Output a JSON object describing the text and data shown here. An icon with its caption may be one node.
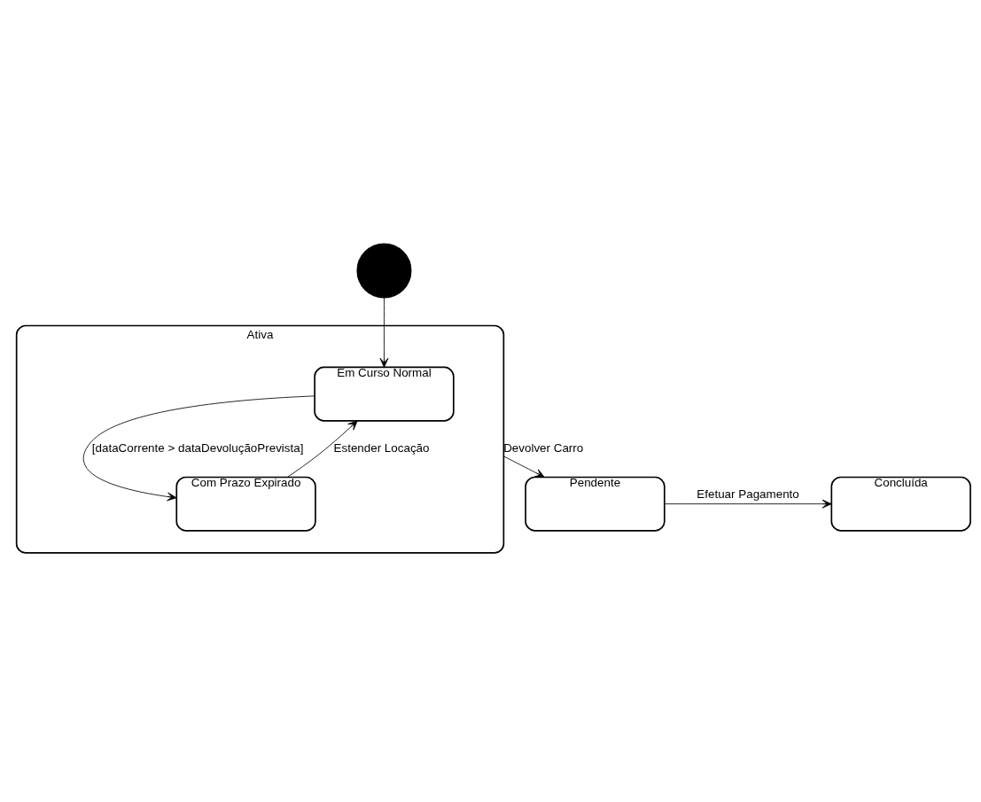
{
  "diagram": {
    "nodes": [
      {
        "text": [],
        "shape": "circle"
      },
      {
        "text": [
          "Ativa"
        ]
      },
      {
        "text": [
          "Em Curso Normal"
        ],
        "in": 1
      },
      {
        "text": [
          "Com Prazo Expirado"
        ],
        "in": 1
      },
      {
        "text": [
          "Pendente"
        ]
      },
      {
        "text": [
          "Concluída"
        ]
      }
    ],
    "edges": [
      {
        "from": 0,
        "to": 2,
        "arrow": "to"
      },
      {
        "from": 2,
        "to": 3,
        "arrow": "to",
        "label": "[dataCorrente > dataDevoluçãoPrevista]"
      },
      {
        "from": 3,
        "to": 2,
        "arrow": "to",
        "label": "Estender Locação"
      },
      {
        "from": 1,
        "to": 4,
        "arrow": "to",
        "label": "Devolver Carro"
      },
      {
        "from": 4,
        "to": 5,
        "arrow": "to",
        "label": "Efetuar Pagamento"
      }
    ]
  }
}
